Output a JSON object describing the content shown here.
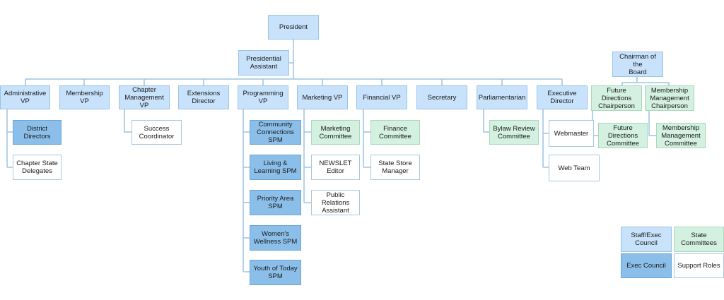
{
  "colors": {
    "staff_exec_council": "#c7e2fa",
    "exec_council": "#8bbfea",
    "state_committees": "#d3f0e0",
    "support_roles": "#ffffff",
    "connector": "#9cc4e4"
  },
  "nodes": {
    "president": "President",
    "presidential_assistant": "Presidential\nAssistant",
    "administrative_vp": "Administrative\nVP",
    "membership_vp": "Membership VP",
    "chapter_management_vp": "Chapter\nManagement\nVP",
    "extensions_director": "Extensions\nDirector",
    "programming_vp": "Programming\nVP",
    "marketing_vp": "Marketing VP",
    "financial_vp": "Financial VP",
    "secretary": "Secretary",
    "parliamentarian": "Parliamentarian",
    "executive_director": "Executive\nDirector",
    "district_directors": "District\nDirectors",
    "chapter_state_delegates": "Chapter State\nDelegates",
    "success_coordinator": "Success\nCoordinator",
    "community_connections_spm": "Community\nConnections\nSPM",
    "living_learning_spm": "Living &\nLearning SPM",
    "priority_area_spm": "Priority Area\nSPM",
    "womens_wellness_spm": "Women's\nWellness SPM",
    "youth_of_today_spm": "Youth of Today\nSPM",
    "marketing_committee": "Marketing\nCommittee",
    "newsletter_editor": "NEWSLET\nEditor",
    "public_relations_assistant": "Public Relations\nAssistant",
    "finance_committee": "Finance\nCommittee",
    "state_store_manager": "State Store\nManager",
    "bylaw_review_committee": "Bylaw Review\nCommittee",
    "webmaster": "Webmaster",
    "web_team": "Web Team",
    "chairman_of_the_board": "Chairman of the\nBoard",
    "future_directions_chairperson": "Future\nDirections\nChairperson",
    "membership_management_chairperson": "Membership\nManagement\nChairperson",
    "future_directions_committee": "Future\nDirections\nCommittee",
    "membership_management_committee": "Membership\nManagement\nCommittee"
  },
  "legend": {
    "staff_exec_council": "Staff/Exec\nCouncil",
    "state_committees": "State\nCommittees",
    "exec_council": "Exec Council",
    "support_roles": "Support Roles"
  }
}
